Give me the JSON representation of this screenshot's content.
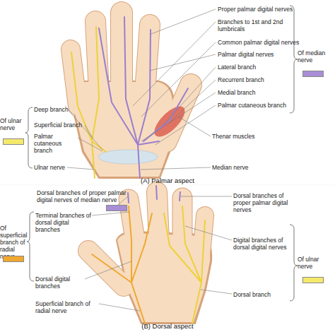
{
  "diagram": {
    "labels": [
      "Proper palmar digital nerves",
      "Branches to 1st and 2nd lumbricals",
      "Common palmar digital nerves",
      "Palmar digital nerves",
      "Lateral branch",
      "Recurrent branch",
      "Medial branch",
      "Palmar cutaneous branch",
      "Deep branch",
      "Superficial branch",
      "Palmar cutaneous branch",
      "Ulnar nerve",
      "Median nerve",
      "Thenar muscles",
      "(A) Palmar aspect",
      "Terminal branches of dorsal digital branches",
      "Dorsal branches of proper palmar digital nerves",
      "Digital branches of dorsal digital nerves",
      "Dorsal digital branches",
      "Dorsal branch",
      "Superficial branch of radial nerve",
      "(B) Dorsal aspect"
    ],
    "legend": [
      {
        "text": "Of median nerve",
        "color": "#a98ed6"
      },
      {
        "text": "Of ulnar nerve",
        "color": "#f5e96a"
      },
      {
        "text": "Dorsal branches of proper palmar digital nerves of median nerve",
        "color": "#a98ed6"
      },
      {
        "text": "Of superficial branch of radial nerve",
        "color": "#f0a830"
      },
      {
        "text": "Of ulnar nerve",
        "color": "#f5e96a"
      }
    ]
  }
}
